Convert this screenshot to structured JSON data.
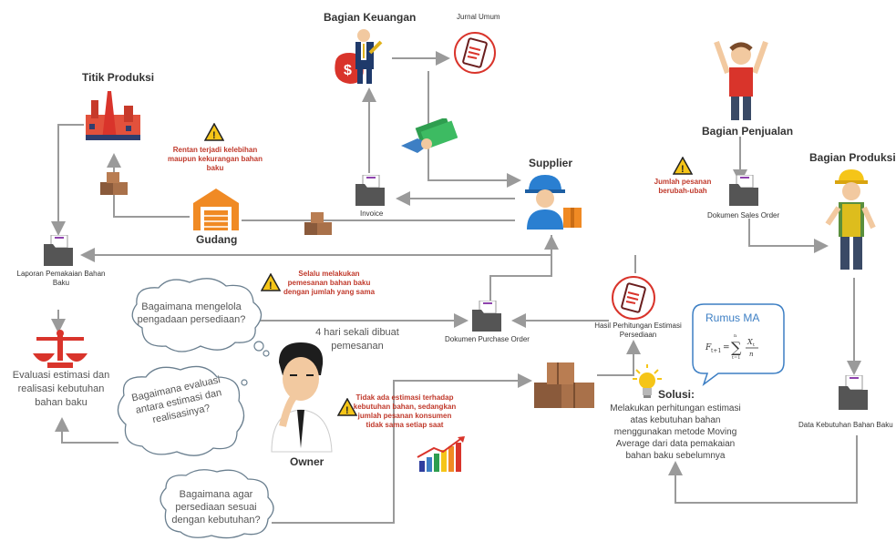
{
  "labels": {
    "keuangan": "Bagian Keuangan",
    "jurnal": "Jurnal Umum",
    "titik_produksi": "Titik Produksi",
    "penjualan": "Bagian Penjualan",
    "produksi": "Bagian Produksi",
    "supplier": "Supplier",
    "gudang": "Gudang",
    "invoice": "Invoice",
    "sales_order": "Dokumen Sales Order",
    "laporan": "Laporan Pemakaian Bahan Baku",
    "evaluasi": "Evaluasi estimasi dan realisasi kebutuhan bahan baku",
    "purchase_order": "Dokumen Purchase Order",
    "hasil": "Hasil Perhitungan Estimasi Persediaan",
    "kebutuhan": "Data Kebutuhan Bahan Baku",
    "owner": "Owner",
    "empat_hari": "4 hari sekali dibuat pemesanan",
    "rumus": "Rumus MA",
    "solusi_title": "Solusi:",
    "solusi_text": "Melakukan perhitungan estimasi atas kebutuhan bahan menggunakan metode Moving Average dari data pemakaian bahan baku sebelumnya"
  },
  "warnings": {
    "rentan": "Rentan terjadi kelebihan maupun kekurangan bahan baku",
    "selalu": "Selalu melakukan pemesanan bahan baku dengan jumlah yang sama",
    "tidak_ada": "Tidak ada estimasi terhadap kebutuhan bahan, sedangkan jumlah pesanan konsumen tidak sama setiap saat",
    "jumlah_pesanan": "Jumlah pesanan berubah-ubah"
  },
  "clouds": {
    "q1": "Bagaimana mengelola pengadaan persediaan?",
    "q2": "Bagaimana evaluasi antara estimasi dan realisasinya?",
    "q3": "Bagaimana agar persediaan sesuai dengan kebutuhan?"
  },
  "icons": [
    "money-bag-icon",
    "clipboard-icon",
    "factory-icon",
    "cash-icon",
    "warning-icon",
    "boxes-icon",
    "warehouse-icon",
    "folder-icon",
    "supplier-worker-icon",
    "cheering-man-icon",
    "engineer-icon",
    "scale-icon",
    "thinking-owner-icon",
    "growth-chart-icon",
    "lightbulb-icon"
  ],
  "colors": {
    "warning_text": "#c0392b",
    "accent_red": "#d9342b",
    "connector": "#9a9a9a"
  }
}
